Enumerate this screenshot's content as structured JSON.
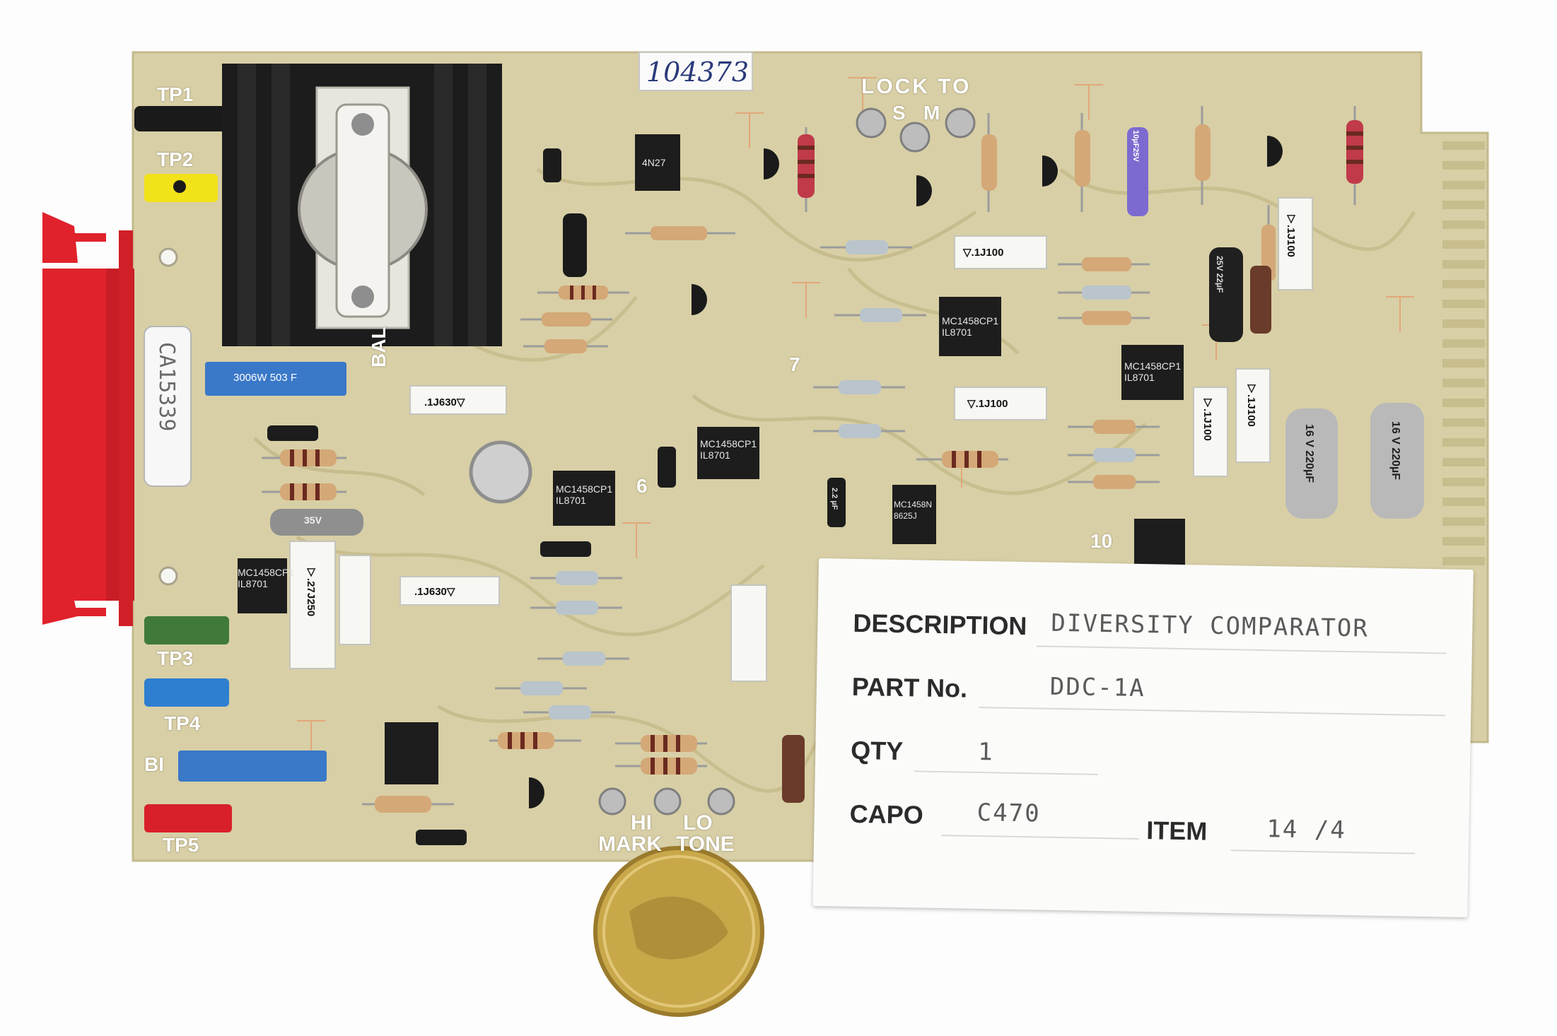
{
  "board": {
    "test_points": [
      "TP1",
      "TP2",
      "TP3",
      "TP4",
      "TP5"
    ],
    "silk_labels": {
      "lock_to": "LOCK TO",
      "s": "S",
      "m": "M",
      "bal": "BAL",
      "bi": "BI",
      "hi": "HI",
      "lo": "LO",
      "mark": "MARK",
      "tone": "TONE",
      "n6": "6",
      "n7": "7",
      "n10": "10"
    },
    "handwritten_number": "104373",
    "serial_tag": "CA15339",
    "ic_marking_line1": "MC1458CP1",
    "ic_marking_line2": "IL8701",
    "ic_alt_line1": "MC1458N",
    "ic_alt_line2": "8625J",
    "optocoupler": "4N27",
    "cap_labels": [
      "▽.1J100",
      "▽.1J100",
      "▽.1J100",
      "▽.1J100",
      "▽.1J100",
      "▽.27J250",
      ".1J630▽",
      ".1J630▽"
    ],
    "trimmer_label": "3006W 503 F",
    "electrolytic_label": "25V 22µF",
    "big_cap_label": "16 V 220µF",
    "tant_label": "10µF25V",
    "small_cap_label": "35V",
    "diode_label": "2.2 µF"
  },
  "label": {
    "description_key": "DESCRIPTION",
    "description_value": "DIVERSITY COMPARATOR",
    "part_key": "PART No.",
    "part_value": "DDC-1A",
    "qty_key": "QTY",
    "qty_value": "1",
    "capo_key": "CAPO",
    "capo_value": "C470",
    "item_key": "ITEM",
    "item_value": "14 /4"
  },
  "colors": {
    "pcb": "#d8cfa6",
    "trace": "#c9bf92",
    "silk_orange": "#e59a6a",
    "heatsink": "#1c1c1c",
    "connector_red": "#e0222c",
    "tp_black": "#1a1a1a",
    "tp_yellow": "#f2e21a",
    "tp_green": "#3f7a3a",
    "tp_blue": "#2f7fd0",
    "tp_red": "#d8202a",
    "coin": "#c9a84a"
  }
}
